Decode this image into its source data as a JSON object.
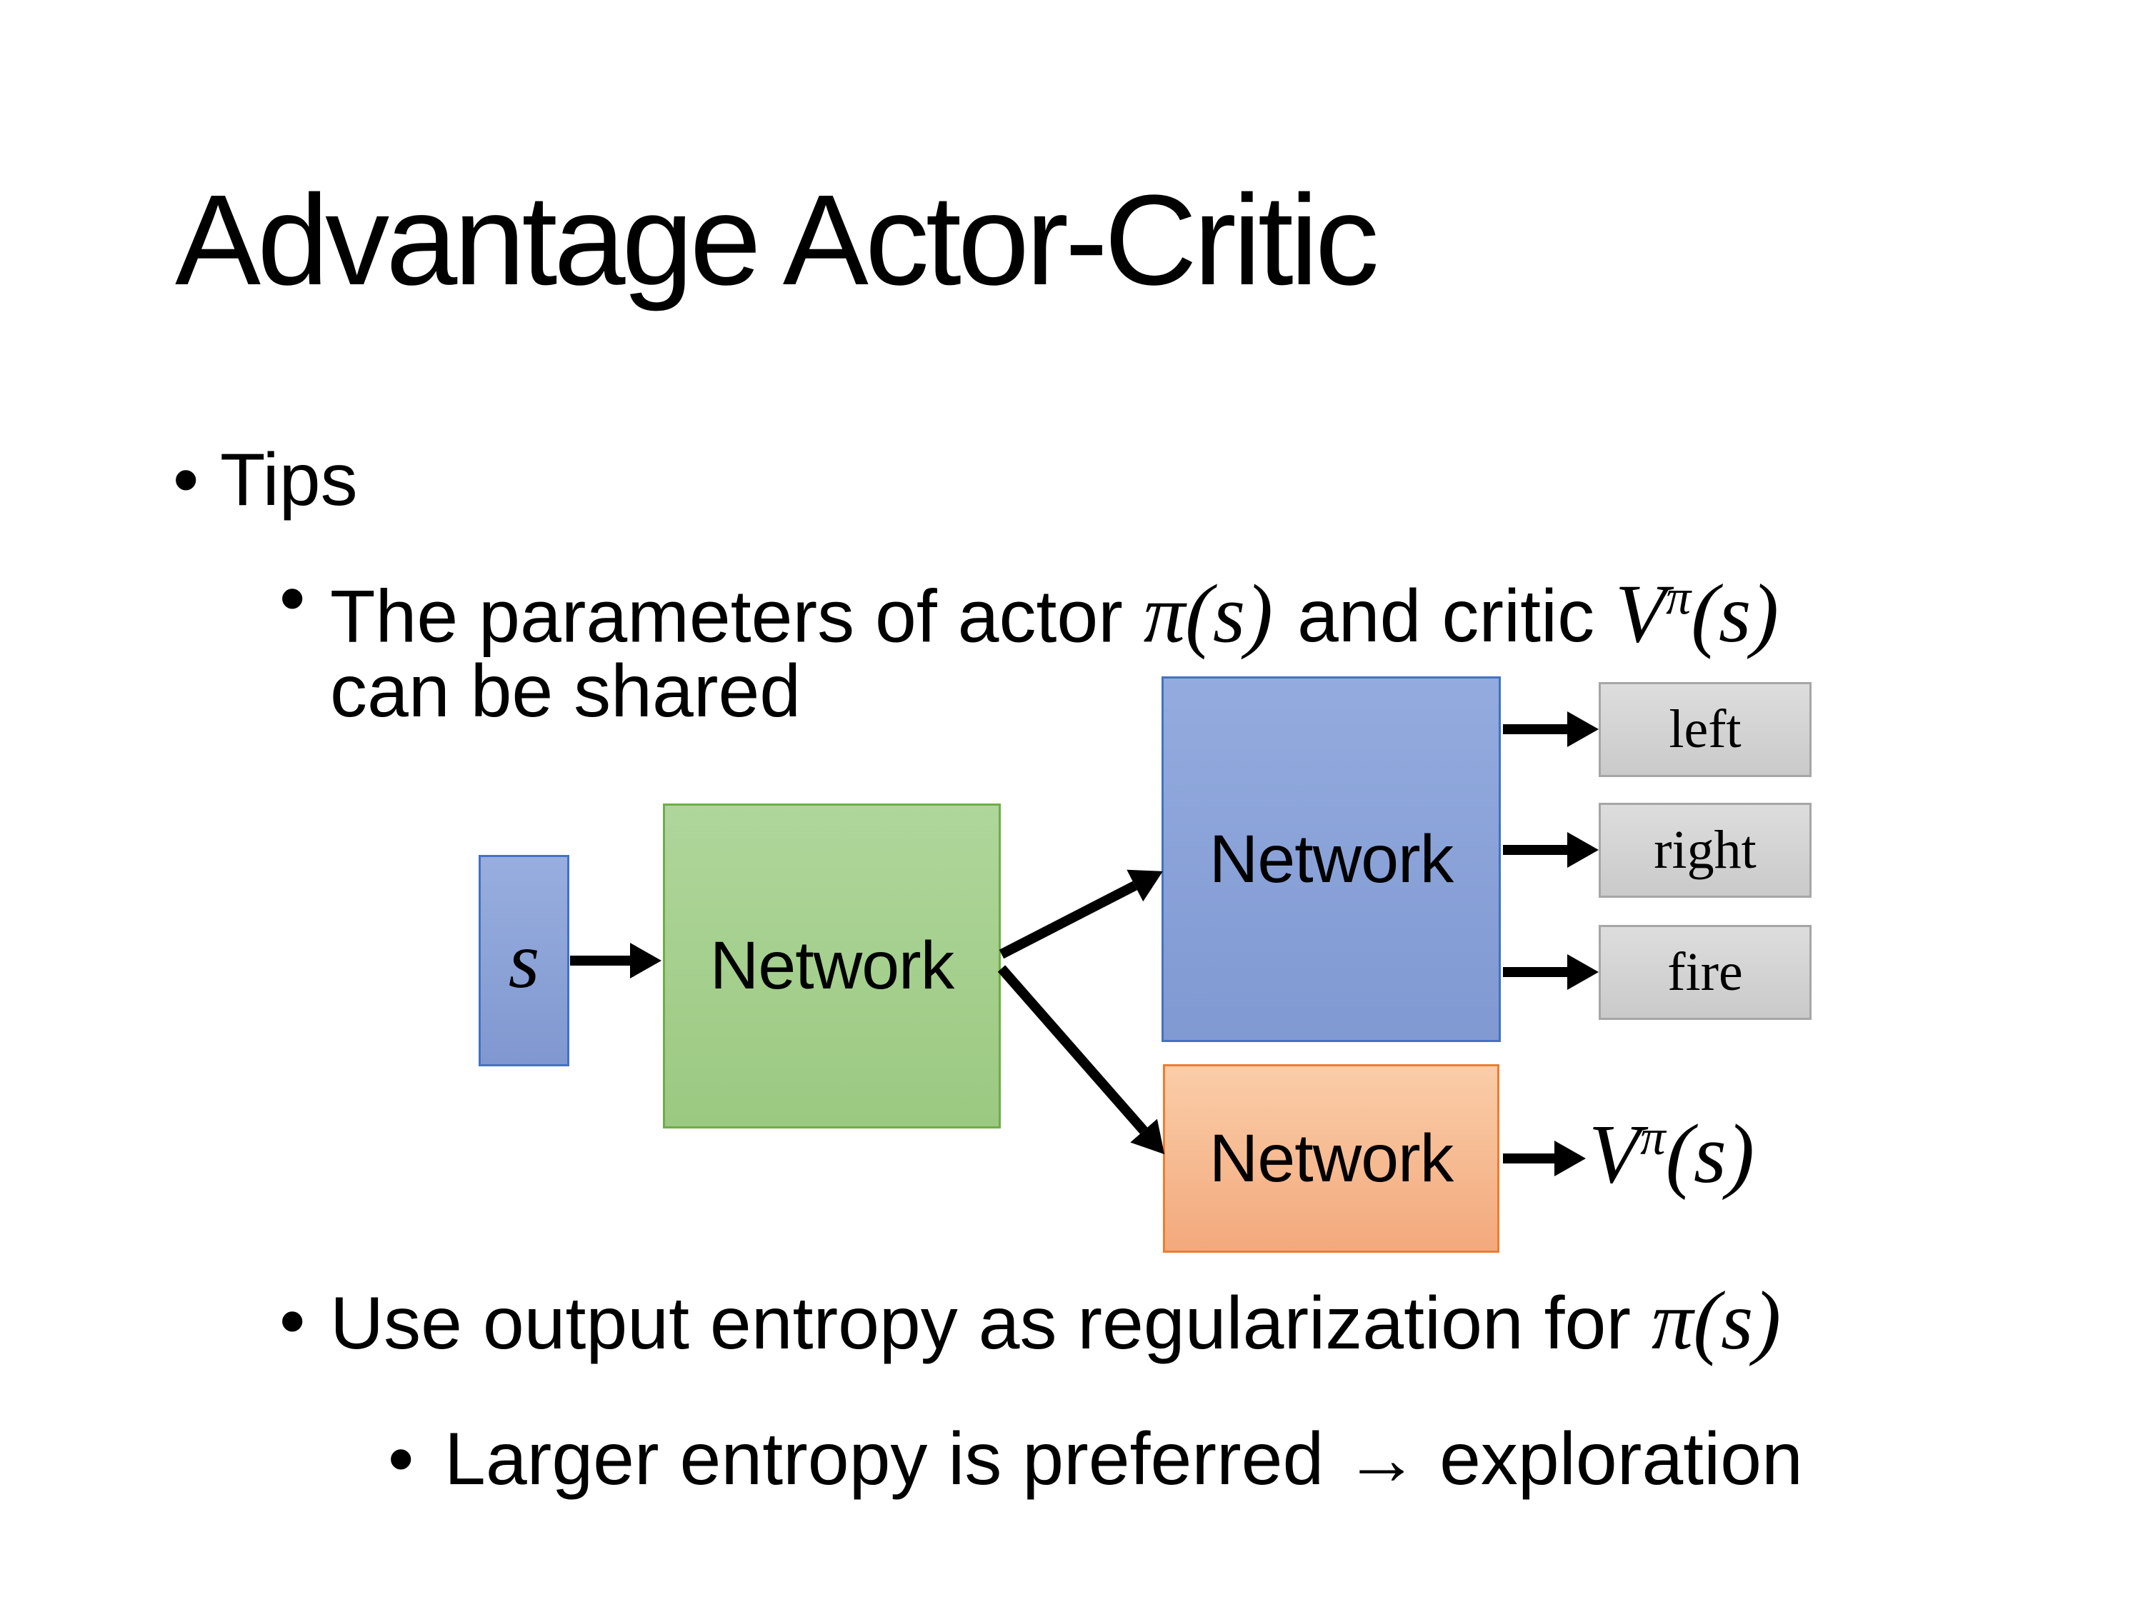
{
  "slide": {
    "title": "Advantage Actor-Critic",
    "bullet_char": "•",
    "tips": {
      "label": "Tips"
    },
    "param": {
      "pre": "The parameters of actor ",
      "actor_math": "π(s)",
      "mid": "and critic ",
      "critic_base": "V",
      "critic_sup": "π",
      "critic_args": "(s)",
      "line2": "can be shared"
    },
    "entropy": {
      "pre": "Use output entropy as regularization for ",
      "math": "π(s)"
    },
    "exploration": {
      "text": "Larger entropy is preferred → exploration"
    }
  },
  "diagram": {
    "state_label": "s",
    "shared_network_label": "Network",
    "actor_network_label": "Network",
    "critic_network_label": "Network",
    "actions": [
      "left",
      "right",
      "fire"
    ],
    "value_base": "V",
    "value_sup": "π",
    "value_args": "(s)",
    "colors": {
      "state_border": "#4472C4",
      "state_fill": "#8FAADC",
      "shared_border": "#70AD47",
      "shared_fill": "#A9D18E",
      "actor_border": "#4472C4",
      "actor_fill": "#8FAADC",
      "critic_border": "#ED7D31",
      "critic_fill": "#F4B183",
      "action_border": "#A6A6A6",
      "action_fill": "#D6D6D6",
      "arrow": "#000000"
    }
  }
}
